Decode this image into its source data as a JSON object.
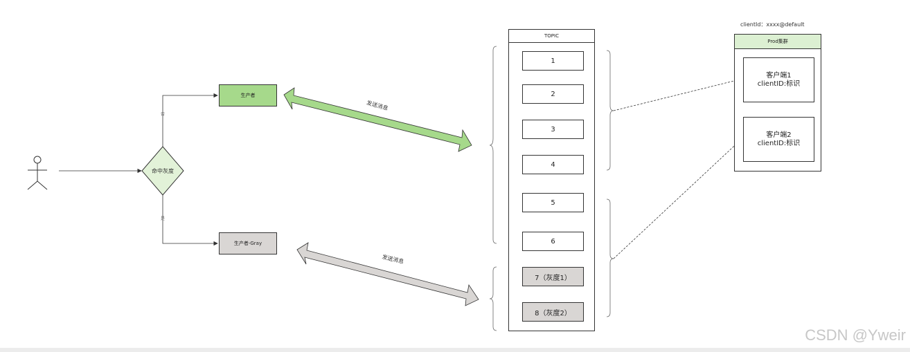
{
  "producers": {
    "normal": "生产者",
    "gray": "生产者-Gray"
  },
  "decision": {
    "label": "命中灰度",
    "no_label": "否",
    "yes_label": "是"
  },
  "arrows": {
    "send_top": "发送消息",
    "send_bottom": "发送消息"
  },
  "topic": {
    "title": "TOPIC",
    "queues": [
      "1",
      "2",
      "3",
      "4",
      "5",
      "6",
      "7（灰度1）",
      "8（灰度2）"
    ]
  },
  "cluster": {
    "client_id_label": "clientId：xxxx@default",
    "title": "Prod集群",
    "clients": [
      {
        "name": "客户端1",
        "id": "clientID:标识"
      },
      {
        "name": "客户端2",
        "id": "clientID:标识"
      }
    ]
  },
  "watermark": "CSDN @Yweir",
  "colors": {
    "producer_green": "#a6d98b",
    "producer_gray": "#d9d6d4",
    "decision_fill": "#e2f2d8",
    "cluster_header": "#dcf0d2"
  }
}
